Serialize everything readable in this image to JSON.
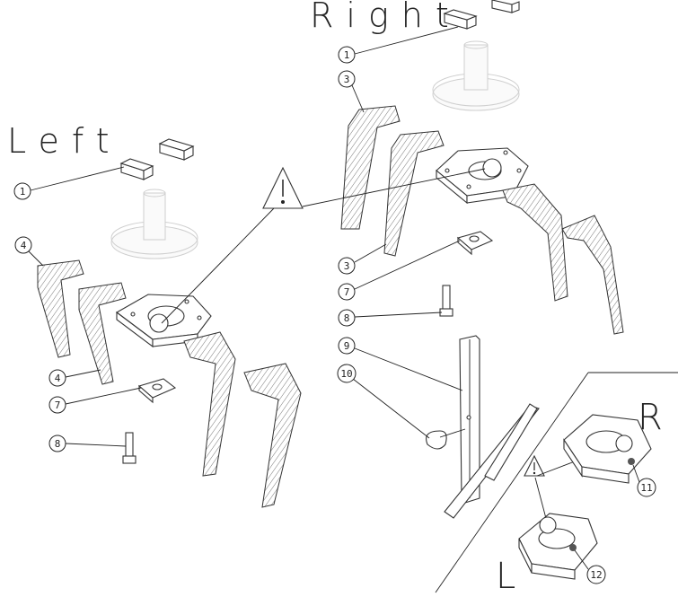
{
  "labels": {
    "right_title": "Right",
    "left_title": "Left",
    "r_letter": "R",
    "l_letter": "L"
  },
  "callouts": {
    "r1": "1",
    "r3a": "3",
    "r3b": "3",
    "r7": "7",
    "r8": "8",
    "r9": "9",
    "r10": "10",
    "l1": "1",
    "l4a": "4",
    "l4b": "4",
    "l7": "7",
    "l8": "8",
    "c11": "11",
    "c12": "12"
  },
  "warning_symbol": "!",
  "colors": {
    "ink": "#222222",
    "ghost": "#cfcfcf",
    "dot": "#555555"
  }
}
